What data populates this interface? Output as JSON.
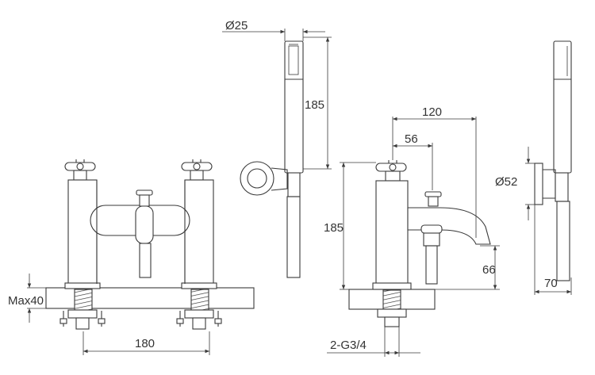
{
  "labels": {
    "handshower_diameter": "Ø25",
    "handshower_length": "185",
    "reach_total": "120",
    "reach_spout": "56",
    "body_height": "185",
    "wall_bracket_diameter": "Ø52",
    "spout_clearance": "66",
    "bracket_depth": "70",
    "deck_thickness": "Max40",
    "centres": "180",
    "connection": "2-G3/4"
  },
  "colors": {
    "line": "#3a3a3a",
    "background": "#ffffff"
  }
}
